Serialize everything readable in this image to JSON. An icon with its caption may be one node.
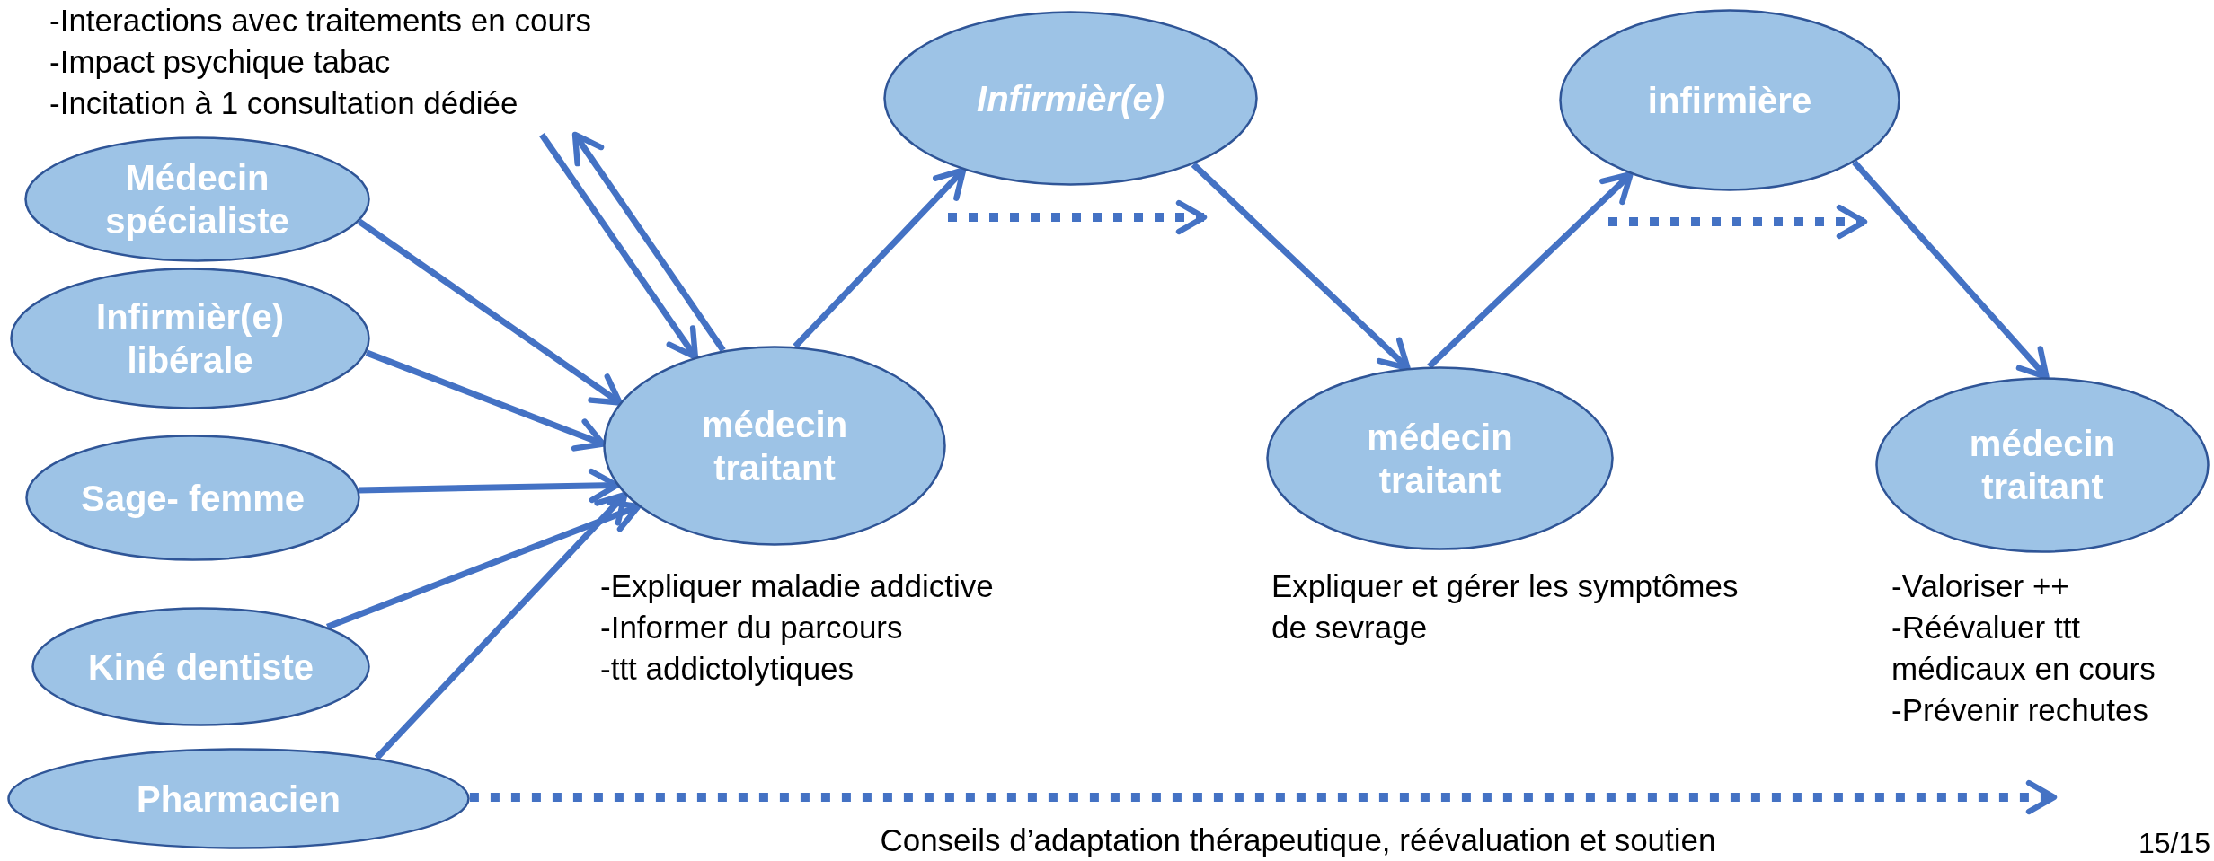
{
  "diagram": {
    "nodes": [
      {
        "text": [
          "Médecin spécialiste"
        ]
      },
      {
        "text": [
          "Infirmièr(e) libérale"
        ]
      },
      {
        "text": [
          "Sage- femme"
        ]
      },
      {
        "text": [
          "Kiné dentiste"
        ]
      },
      {
        "text": [
          "Pharmacien"
        ]
      },
      {
        "text": [
          "-Interactions avec traitements en cours",
          "-Impact psychique tabac",
          "-Incitation à 1 consultation dédiée"
        ]
      },
      {
        "text": [
          "médecin traitant"
        ],
        "beside": [
          "-Expliquer maladie addictive",
          "-Informer du parcours",
          "-ttt addictolytiques"
        ]
      },
      {
        "text": [
          "Infirmièr(e)"
        ]
      },
      {
        "text": [
          "médecin traitant"
        ],
        "beside": [
          "Expliquer et gérer les symptômes de sevrage"
        ]
      },
      {
        "text": [
          "infirmière"
        ]
      },
      {
        "text": [
          "médecin traitant"
        ],
        "beside": [
          "-Valoriser ++",
          "-Réévaluer ttt médicaux en cours",
          "-Prévenir rechutes"
        ]
      }
    ],
    "edges": [
      {
        "from": 0,
        "to": 6,
        "arrow": "to"
      },
      {
        "from": 1,
        "to": 6,
        "arrow": "to"
      },
      {
        "from": 2,
        "to": 6,
        "arrow": "to"
      },
      {
        "from": 3,
        "to": 6,
        "arrow": "to"
      },
      {
        "from": 4,
        "to": 6,
        "arrow": "to"
      },
      {
        "from": 5,
        "to": 6,
        "arrow": "to"
      },
      {
        "from": 6,
        "to": 5,
        "arrow": "to"
      },
      {
        "from": 6,
        "to": 7,
        "arrow": "to"
      },
      {
        "from": 7,
        "to": 8,
        "arrow": "to"
      },
      {
        "from": 8,
        "to": 9,
        "arrow": "to"
      },
      {
        "from": 9,
        "to": 10,
        "arrow": "to"
      },
      {
        "from": 4,
        "to": null,
        "arrow": "to",
        "style": "dashed",
        "label": "Conseils d’adaptation thérapeutique, réévaluation et soutien"
      }
    ],
    "labels": [
      "15/15"
    ]
  }
}
